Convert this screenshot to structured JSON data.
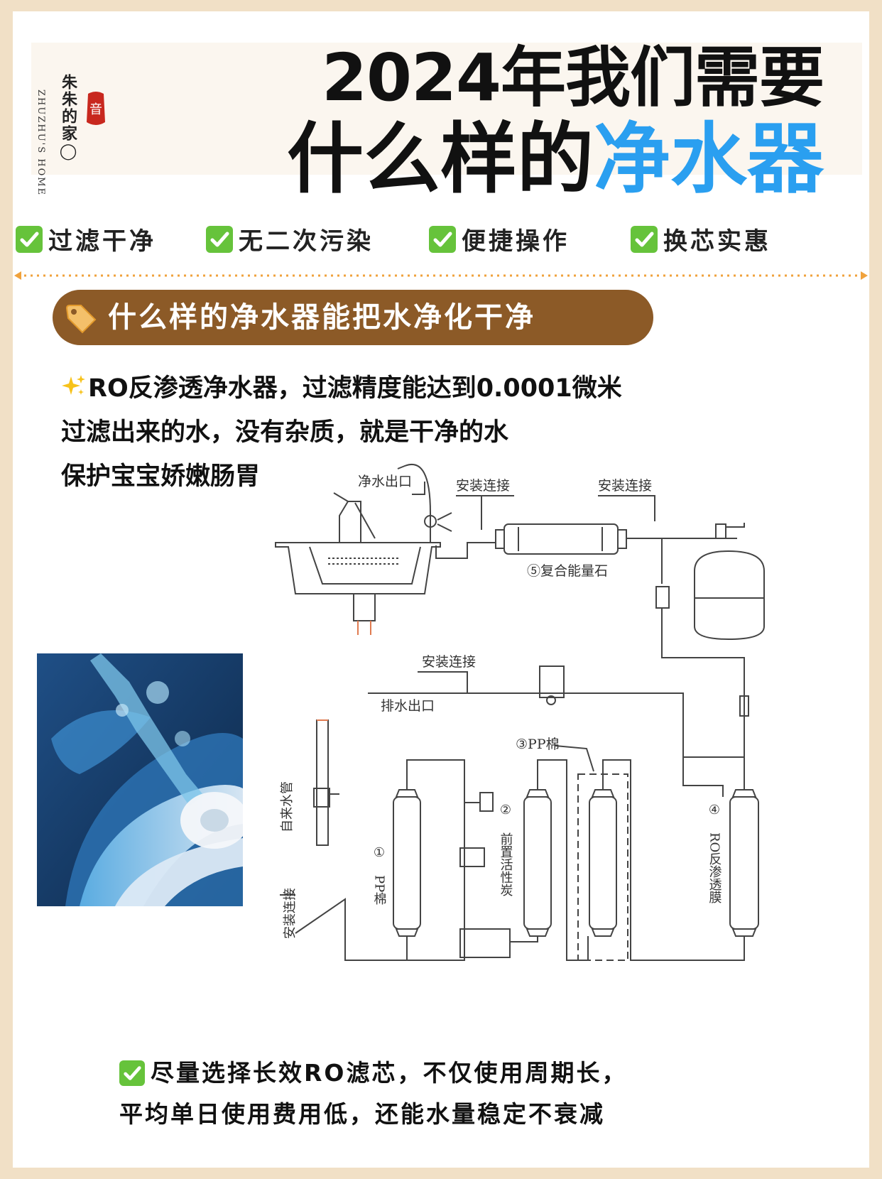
{
  "brand": {
    "name_cn": "朱朱的家◯",
    "name_en": "ZHUZHU'S HOME",
    "seal_text": "音"
  },
  "header": {
    "title_line1": "2024年我们需要",
    "title_line2_black": "什么样的",
    "title_line2_blue": "净水器"
  },
  "features": [
    {
      "label": "过滤干净"
    },
    {
      "label": "无二次污染"
    },
    {
      "label": "便捷操作"
    },
    {
      "label": "换芯实惠"
    }
  ],
  "section": {
    "pill_text": "什么样的净水器能把水净化干净"
  },
  "body": {
    "line1": "RO反渗透净水器，过滤精度能达到0.0001微米",
    "line2": "过滤出来的水，没有杂质，就是干净的水",
    "line3": "保护宝宝娇嫩肠胃"
  },
  "diagram": {
    "outlet": "净水出口",
    "install_1": "安装连接",
    "install_2": "安装连接",
    "install_3": "安装连接",
    "install_4": "安装连接",
    "stone": "⑤复合能量石",
    "drain": "排水出口",
    "pp3": "③PP棉",
    "tap_pipe": "自来水管",
    "stage1_num": "①",
    "stage1_label": "PP棉",
    "stage2_num": "②",
    "stage2_label": "前置活性炭",
    "stage4_num": "④",
    "stage4_label": "RO反渗透膜"
  },
  "bottom": {
    "line1": "尽量选择长效RO滤芯，不仅使用周期长，",
    "line2": "平均单日使用费用低，还能水量稳定不衰减"
  },
  "colors": {
    "background": "#f1e0c6",
    "accent_blue": "#2a9ff0",
    "pill_brown": "#8c5a27",
    "check_green": "#66c33b",
    "divider_orange": "#f0a23c"
  }
}
